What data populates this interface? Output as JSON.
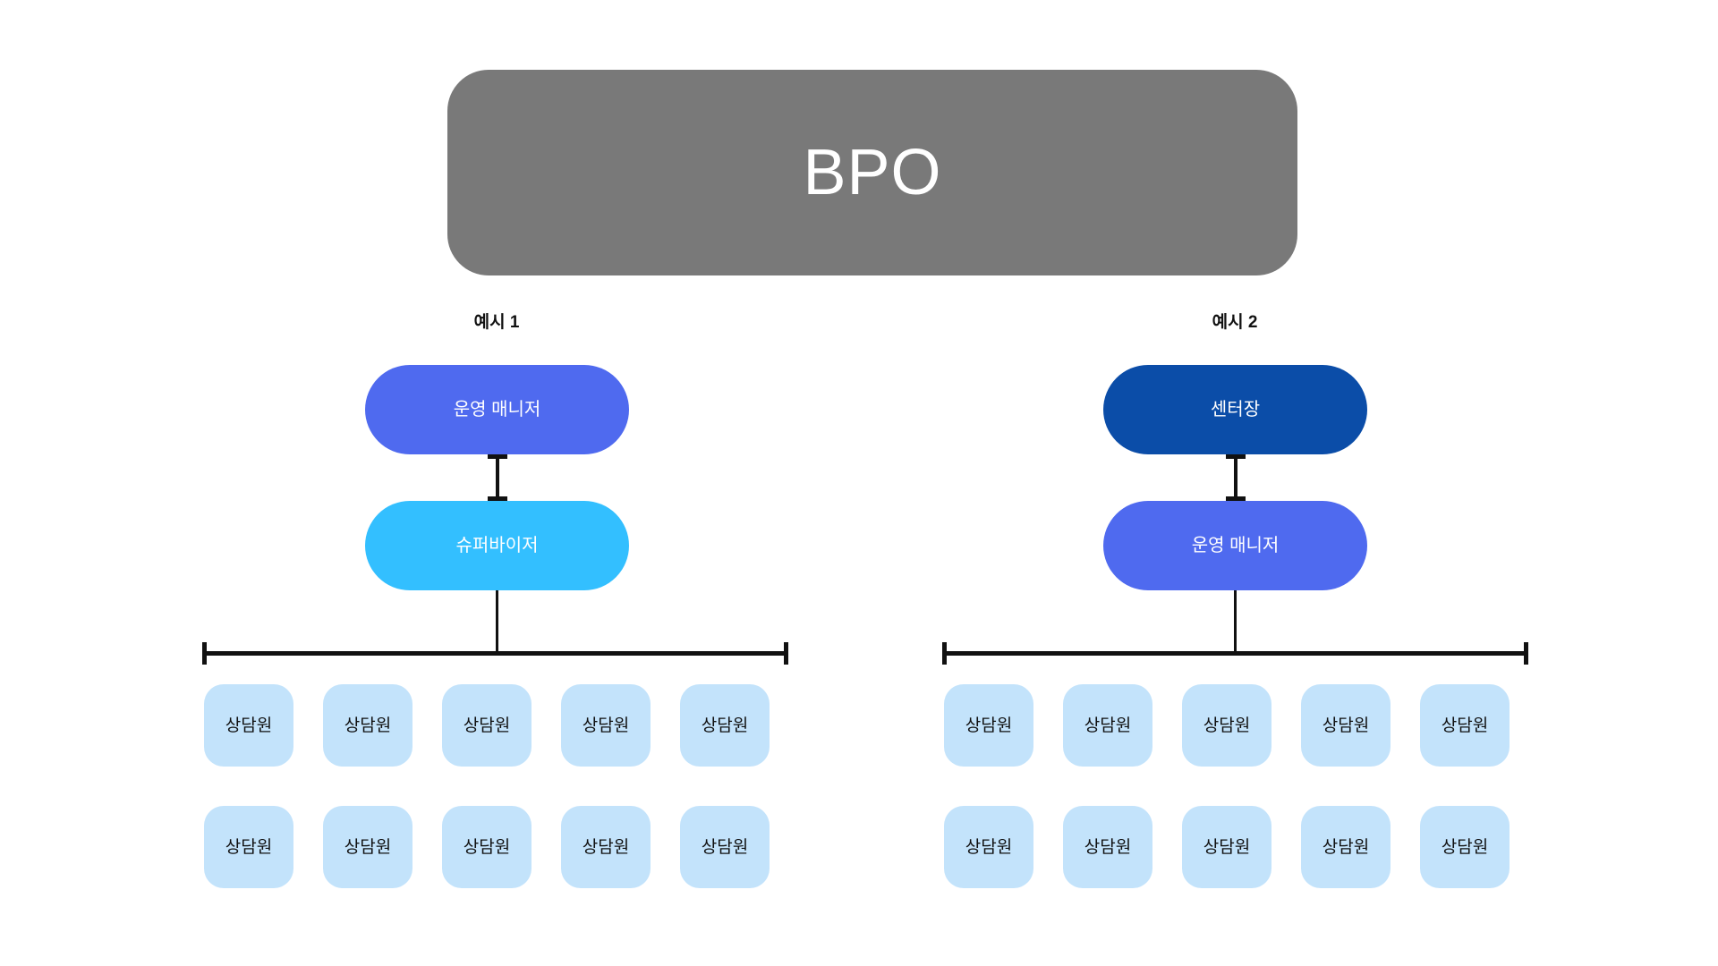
{
  "diagram": {
    "title_node": {
      "label": "BPO",
      "color": "#797979",
      "text_color": "#ffffff"
    },
    "colors": {
      "background": "#ffffff",
      "connector": "#111111",
      "navy": "#0b4da8",
      "royal_blue": "#4f6aef",
      "sky_blue": "#33bfff",
      "light_blue": "#c3e3fb",
      "gray": "#797979"
    },
    "columns": [
      {
        "title": "예시 1",
        "chain": [
          {
            "label": "운영 매니저",
            "color": "#4f6aef",
            "text_color": "#ffffff"
          },
          {
            "label": "슈퍼바이저",
            "color": "#33bfff",
            "text_color": "#ffffff"
          }
        ],
        "agent_rows": [
          [
            "상담원",
            "상담원",
            "상담원",
            "상담원",
            "상담원"
          ],
          [
            "상담원",
            "상담원",
            "상담원",
            "상담원",
            "상담원"
          ]
        ]
      },
      {
        "title": "예시 2",
        "chain": [
          {
            "label": "센터장",
            "color": "#0b4da8",
            "text_color": "#ffffff"
          },
          {
            "label": "운영 매니저",
            "color": "#4f6aef",
            "text_color": "#ffffff"
          }
        ],
        "agent_rows": [
          [
            "상담원",
            "상담원",
            "상담원",
            "상담원",
            "상담원"
          ],
          [
            "상담원",
            "상담원",
            "상담원",
            "상담원",
            "상담원"
          ]
        ]
      }
    ]
  }
}
